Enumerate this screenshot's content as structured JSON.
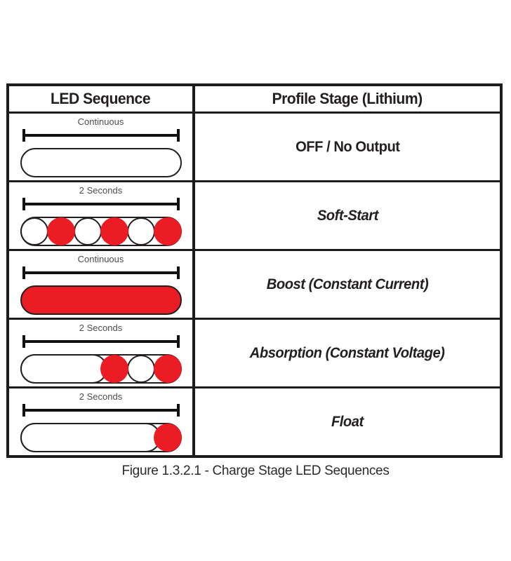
{
  "table": {
    "header": {
      "led_sequence": "LED Sequence",
      "profile_stage": "Profile Stage (Lithium)"
    },
    "rows": [
      {
        "duration": "Continuous",
        "stage": "OFF / No Output",
        "italic": false,
        "led": {
          "type": "all-off",
          "sequence": []
        }
      },
      {
        "duration": "2 Seconds",
        "stage": "Soft-Start",
        "italic": true,
        "led": {
          "type": "circles",
          "sequence": [
            "off",
            "on",
            "off",
            "on",
            "off",
            "on"
          ]
        }
      },
      {
        "duration": "Continuous",
        "stage": "Boost (Constant Current)",
        "italic": true,
        "led": {
          "type": "solid-on",
          "sequence": []
        }
      },
      {
        "duration": "2 Seconds",
        "stage": "Absorption (Constant Voltage)",
        "italic": true,
        "led": {
          "type": "tail-circles",
          "sequence": [
            "on",
            "off",
            "on"
          ]
        }
      },
      {
        "duration": "2 Seconds",
        "stage": "Float",
        "italic": true,
        "led": {
          "type": "tail-circles",
          "sequence": [
            "on"
          ]
        }
      }
    ]
  },
  "caption": "Figure 1.3.2.1 - Charge Stage LED Sequences",
  "colors": {
    "led_on": "#EC1C24",
    "led_off": "#FFFFFF",
    "outline": "#231F20"
  }
}
